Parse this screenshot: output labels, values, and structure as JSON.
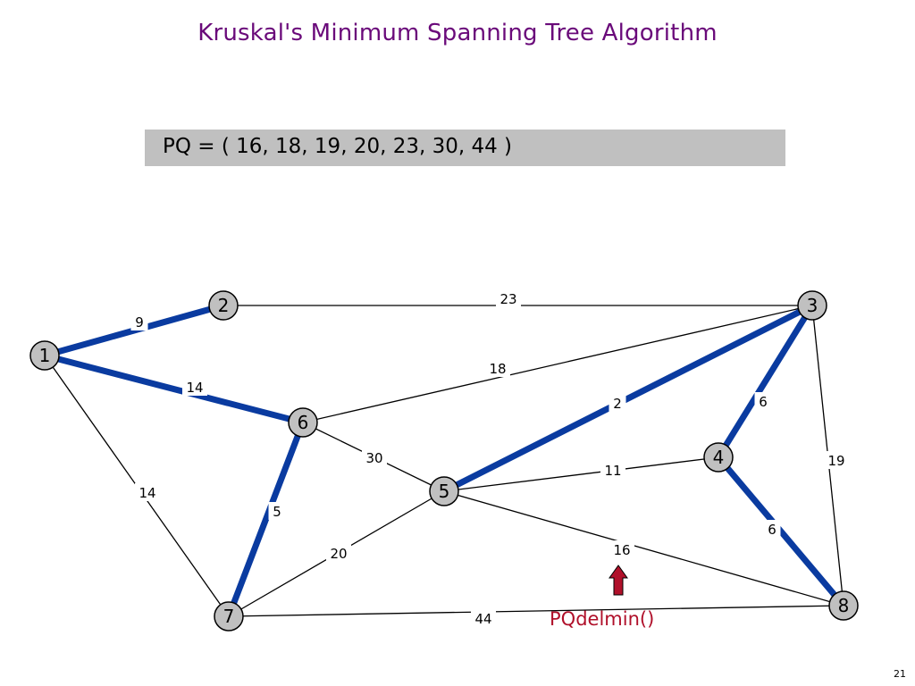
{
  "title": "Kruskal's Minimum Spanning Tree Algorithm",
  "pq": "PQ = ( 16, 18, 19, 20, 23, 30, 44 )",
  "operation": "PQdelmin()",
  "page_number": "21",
  "colors": {
    "mst_edge": "#0a3ba0",
    "node_fill": "#c0c0c0",
    "pq_box": "#c0c0c0",
    "title": "#6a0a7a",
    "operation": "#b0102a"
  },
  "nodes": [
    {
      "id": "1"
    },
    {
      "id": "2"
    },
    {
      "id": "3"
    },
    {
      "id": "4"
    },
    {
      "id": "5"
    },
    {
      "id": "6"
    },
    {
      "id": "7"
    },
    {
      "id": "8"
    }
  ],
  "edges": [
    {
      "from": "1",
      "to": "2",
      "weight": "9",
      "in_mst": true
    },
    {
      "from": "1",
      "to": "6",
      "weight": "14",
      "in_mst": true
    },
    {
      "from": "1",
      "to": "7",
      "weight": "14",
      "in_mst": false
    },
    {
      "from": "2",
      "to": "3",
      "weight": "23",
      "in_mst": false
    },
    {
      "from": "6",
      "to": "3",
      "weight": "18",
      "in_mst": false
    },
    {
      "from": "6",
      "to": "5",
      "weight": "30",
      "in_mst": false
    },
    {
      "from": "6",
      "to": "7",
      "weight": "5",
      "in_mst": true
    },
    {
      "from": "5",
      "to": "3",
      "weight": "2",
      "in_mst": true
    },
    {
      "from": "5",
      "to": "4",
      "weight": "11",
      "in_mst": false
    },
    {
      "from": "5",
      "to": "7",
      "weight": "20",
      "in_mst": false
    },
    {
      "from": "5",
      "to": "8",
      "weight": "16",
      "in_mst": false
    },
    {
      "from": "3",
      "to": "4",
      "weight": "6",
      "in_mst": true
    },
    {
      "from": "3",
      "to": "8",
      "weight": "19",
      "in_mst": false
    },
    {
      "from": "4",
      "to": "8",
      "weight": "6",
      "in_mst": true
    },
    {
      "from": "7",
      "to": "8",
      "weight": "44",
      "in_mst": false
    }
  ]
}
